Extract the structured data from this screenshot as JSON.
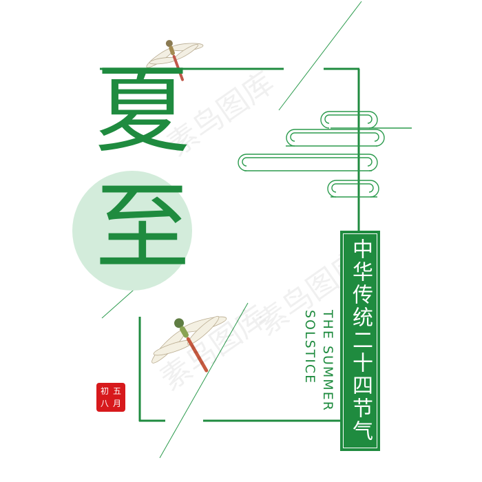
{
  "title": {
    "char1": "夏",
    "char2": "至"
  },
  "english": {
    "line1": "THE SUMMER",
    "line2": "SOLSTICE"
  },
  "banner": {
    "text": "中华传统二十四节气"
  },
  "seal": {
    "chars": [
      "五",
      "初",
      "月",
      "八"
    ]
  },
  "watermark": {
    "text": "素鸟图库"
  },
  "colors": {
    "primary_green": "#1f8b3f",
    "circle_fill": "#d3ecdb",
    "seal_red": "#d7191c",
    "line_green": "#2a9a4c"
  },
  "icons": {
    "dragonfly": "dragonfly-icon",
    "cloud": "cloud-pattern-icon"
  }
}
